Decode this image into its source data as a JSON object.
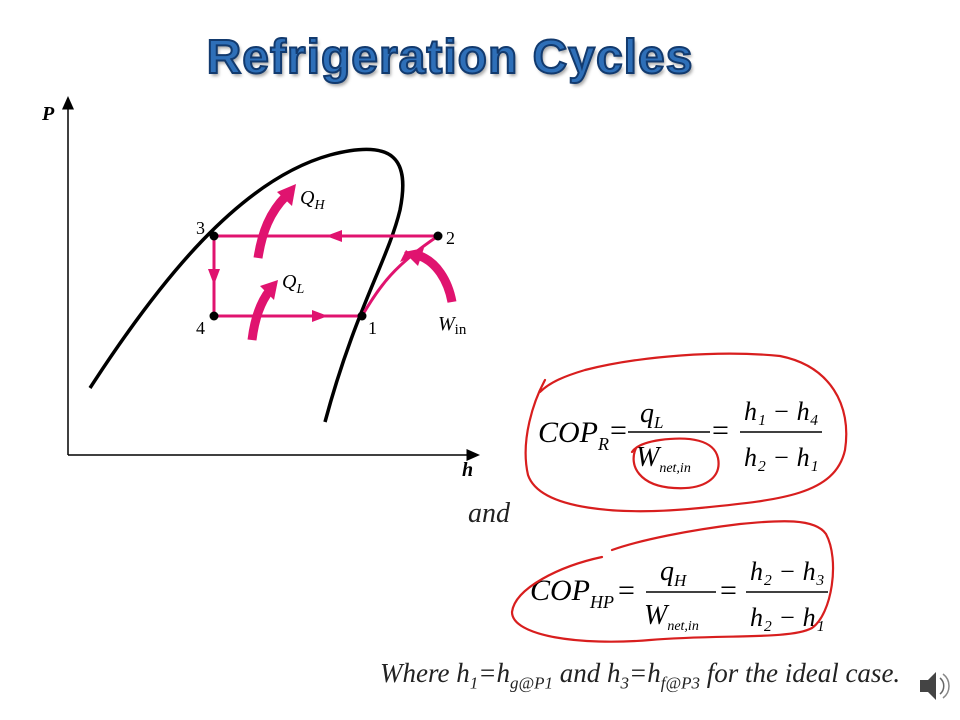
{
  "title": "Refrigeration Cycles",
  "axes": {
    "y_label": "P",
    "x_label": "h"
  },
  "points": {
    "p1": "1",
    "p2": "2",
    "p3": "3",
    "p4": "4"
  },
  "heat": {
    "qh_main": "Q",
    "qh_sub": "H",
    "ql_main": "Q",
    "ql_sub": "L"
  },
  "work": {
    "main": "W",
    "sub": "in"
  },
  "cop_r": {
    "lhs_main": "COP",
    "lhs_sub": "R",
    "num1_main": "q",
    "num1_sub": "L",
    "den1_main": "W",
    "den1_sub": "net,in",
    "num2": "h₁ − h₄",
    "den2": "h₂ − h₁"
  },
  "and_text": "and",
  "cop_hp": {
    "lhs_main": "COP",
    "lhs_sub": "HP",
    "num1_main": "q",
    "num1_sub": "H",
    "den1_main": "W",
    "den1_sub": "net,in",
    "num2": "h₂ − h₃",
    "den2": "h₂ − h₁"
  },
  "where": {
    "prefix": "Where h",
    "s1": "1",
    "eq1": "=h",
    "s2": "g@P1",
    "mid": " and h",
    "s3": "3",
    "eq2": "=h",
    "s4": "f@P3",
    "suffix": " for the ideal case."
  },
  "colors": {
    "cycle": "#e0136f",
    "annotation": "#d81e1e",
    "title": "#2e6fb8"
  }
}
